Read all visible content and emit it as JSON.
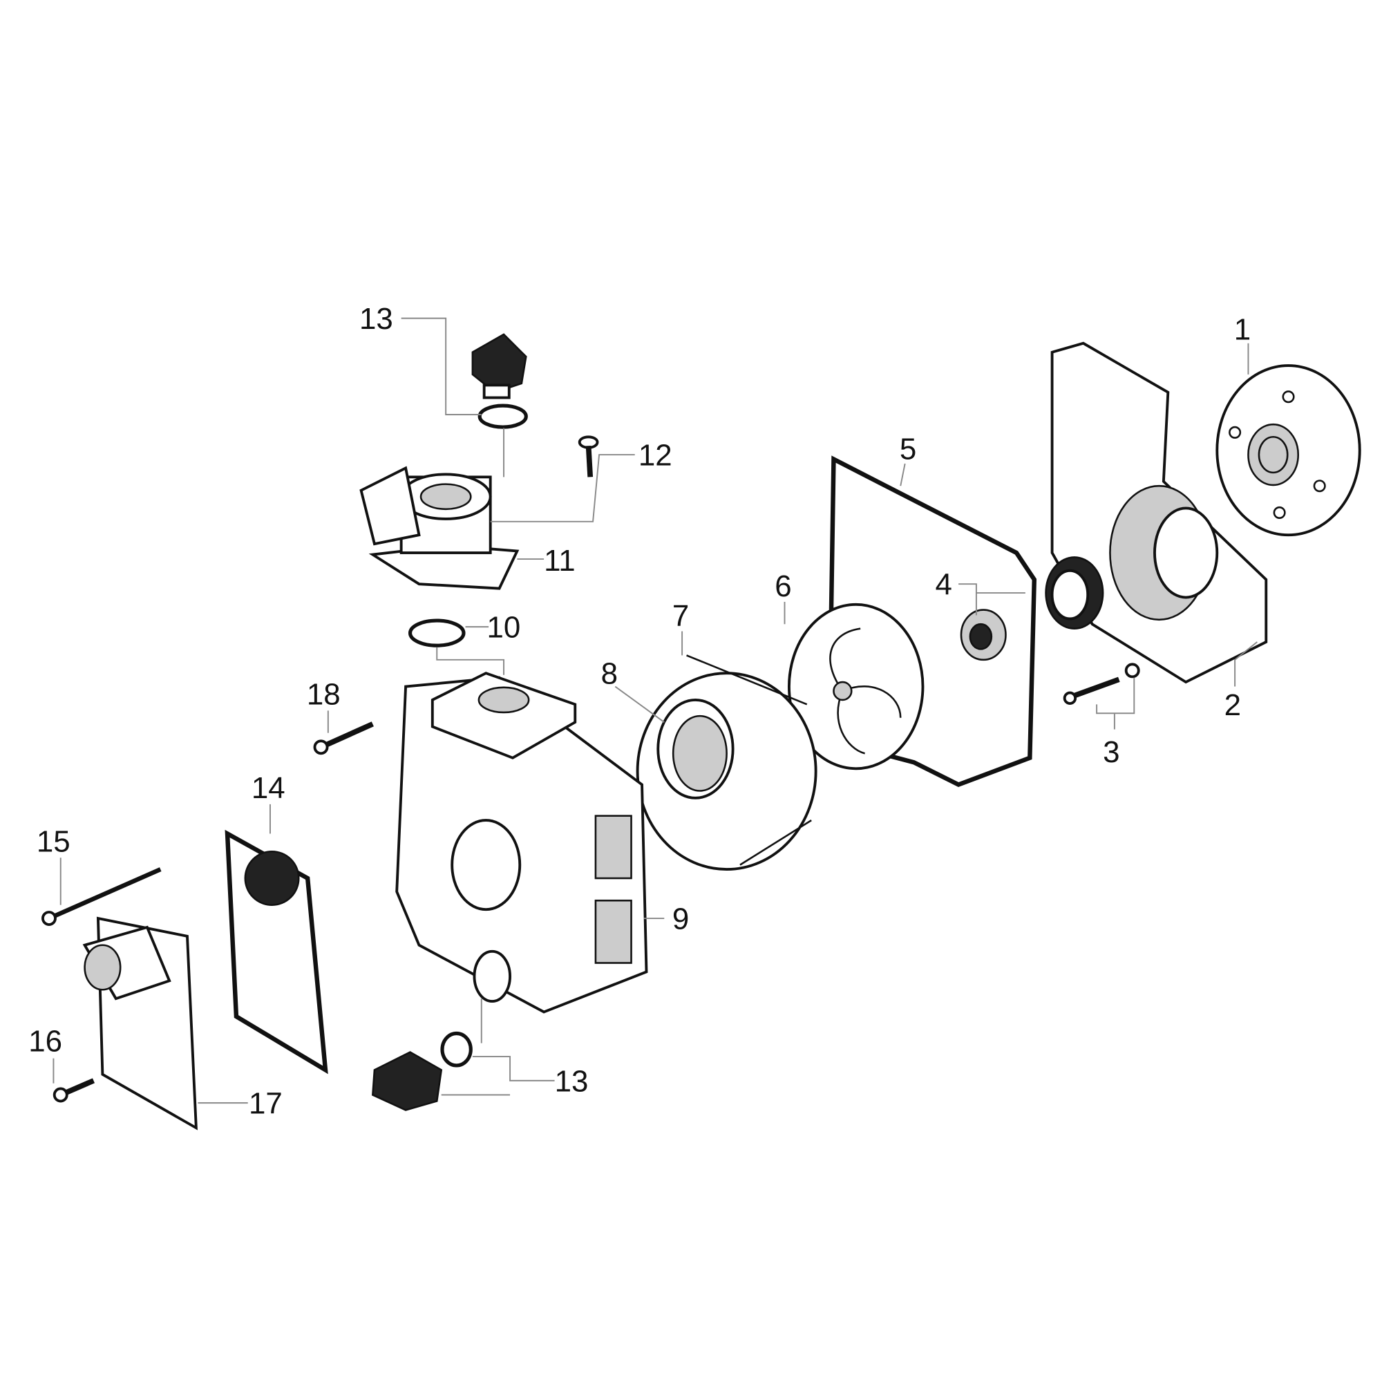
{
  "diagram": {
    "type": "exploded-parts-view",
    "callouts": [
      {
        "id": "1",
        "label": "1"
      },
      {
        "id": "2",
        "label": "2"
      },
      {
        "id": "3",
        "label": "3"
      },
      {
        "id": "4",
        "label": "4"
      },
      {
        "id": "5",
        "label": "5"
      },
      {
        "id": "6",
        "label": "6"
      },
      {
        "id": "7",
        "label": "7"
      },
      {
        "id": "8",
        "label": "8"
      },
      {
        "id": "9",
        "label": "9"
      },
      {
        "id": "10",
        "label": "10"
      },
      {
        "id": "11",
        "label": "11"
      },
      {
        "id": "12",
        "label": "12"
      },
      {
        "id": "13a",
        "label": "13"
      },
      {
        "id": "13b",
        "label": "13"
      },
      {
        "id": "14",
        "label": "14"
      },
      {
        "id": "15",
        "label": "15"
      },
      {
        "id": "16",
        "label": "16"
      },
      {
        "id": "17",
        "label": "17"
      },
      {
        "id": "18",
        "label": "18"
      }
    ]
  }
}
